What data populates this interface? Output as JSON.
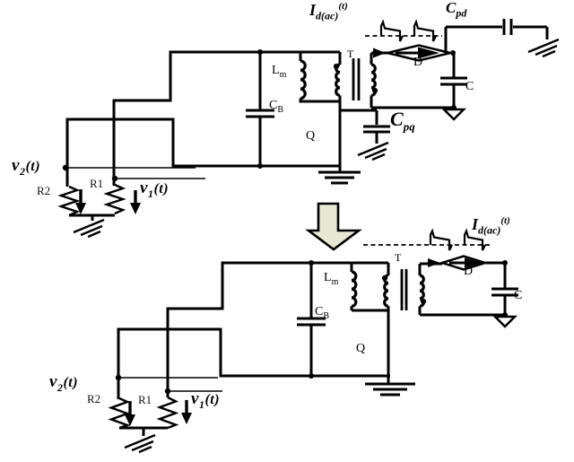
{
  "colors": {
    "background": "#ffffff",
    "line": "#000000",
    "arrow_fill": "#e9e8d4",
    "diode_body_fill": "#ffffff"
  },
  "transform_arrow": {
    "name": "transformation-down-arrow",
    "direction": "down"
  },
  "top_circuit": {
    "description": "flyback converter with parasitic capacitances",
    "labels": {
      "v2": {
        "base": "v",
        "sub": "2",
        "paren": "(t)"
      },
      "r2": "R2",
      "r1": "R1",
      "v1": {
        "base": "v",
        "sub": "1",
        "paren": "(t)"
      },
      "cb": {
        "base": "C",
        "sub": "B"
      },
      "lm": {
        "base": "L",
        "sub": "m"
      },
      "q": "Q",
      "t": "T",
      "d": "D",
      "c": "C",
      "id_ac": {
        "base": "I",
        "sub": "d(ac)",
        "sup": "(t)"
      },
      "cpd": {
        "base": "C",
        "sub": "pd"
      },
      "cpq": {
        "base": "C",
        "sub": "pq"
      }
    }
  },
  "bottom_circuit": {
    "description": "simplified flyback converter",
    "labels": {
      "v2": {
        "base": "v",
        "sub": "2",
        "paren": "(t)"
      },
      "r2": "R2",
      "r1": "R1",
      "v1": {
        "base": "v",
        "sub": "1",
        "paren": "(t)"
      },
      "cb": {
        "base": "C",
        "sub": "B"
      },
      "lm": {
        "base": "L",
        "sub": "m"
      },
      "q": "Q",
      "t": "T",
      "d": "D",
      "c": "C",
      "id_ac": {
        "base": "I",
        "sub": "d(ac)",
        "sup": "(t)"
      }
    }
  }
}
